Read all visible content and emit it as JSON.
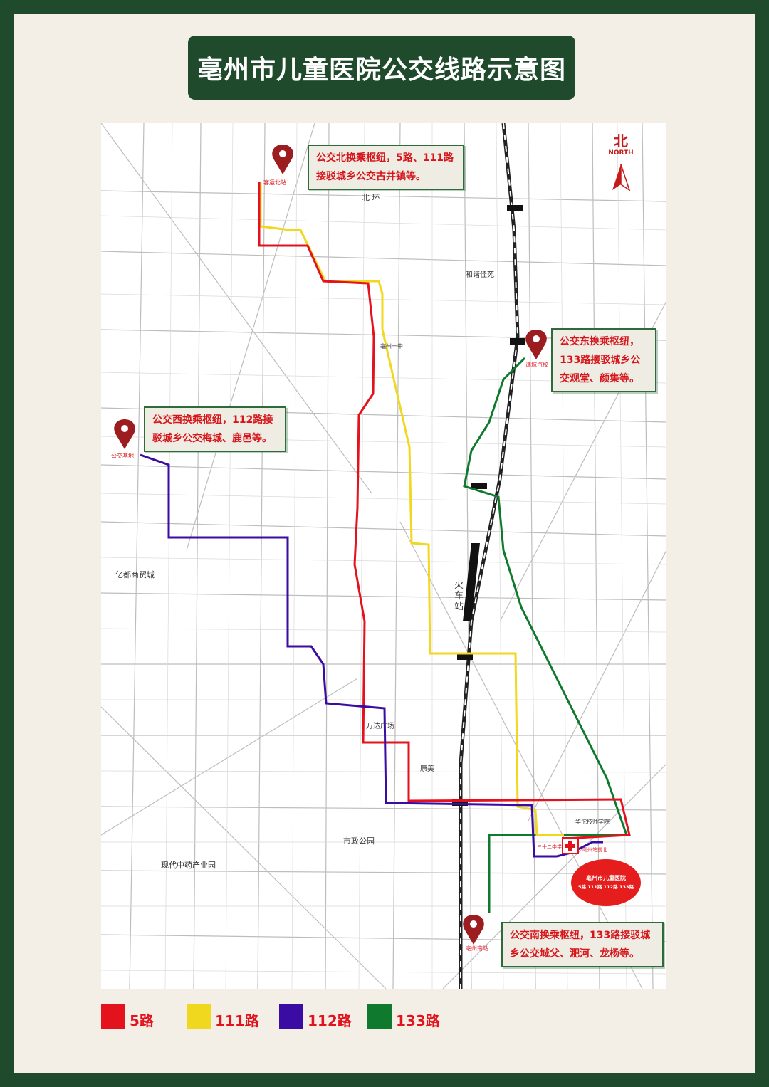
{
  "title": "亳州市儿童医院公交线路示意图",
  "compass": {
    "zh": "北",
    "en": "NORTH"
  },
  "callouts": {
    "north": "公交北换乘枢纽，5路、111路\n接驳城乡公交古井镇等。",
    "east": "公交东换乘枢纽，\n133路接驳城乡公\n交观堂、颜集等。",
    "west": "公交西换乘枢纽，112路接\n驳城乡公交梅城、鹿邑等。",
    "south": "公交南换乘枢纽，133路接驳城\n乡公交城父、淝河、龙杨等。"
  },
  "pins": {
    "north": "客运北站",
    "east": "谯城汽校",
    "west": "公交基地",
    "south": "亳州南站"
  },
  "hospital": {
    "name": "亳州市儿童医院",
    "routes": "5路  111路  112路  133路",
    "stop_a": "三十二中学",
    "stop_b": "亳州站前北"
  },
  "map_labels": {
    "train_station": "火车站",
    "wanda": "万达广场",
    "city_park": "市政公园",
    "hexie": "和谐佳苑",
    "lingjiazhong": "亳州一中",
    "north_ring": "北 环",
    "modern_tcm": "现代中药产业园",
    "yicheng": "亿都商贸城",
    "kangmei": "康美",
    "huatuo": "华佗技师学院"
  },
  "colors": {
    "route5": "#e3121c",
    "route111": "#f0d81e",
    "route112": "#3a0ca3",
    "route133": "#0f7a2e"
  },
  "legend": [
    {
      "label": "5路",
      "color": "#e3121c"
    },
    {
      "label": "111路",
      "color": "#f0d81e"
    },
    {
      "label": "112路",
      "color": "#3a0ca3"
    },
    {
      "label": "133路",
      "color": "#0f7a2e"
    }
  ]
}
